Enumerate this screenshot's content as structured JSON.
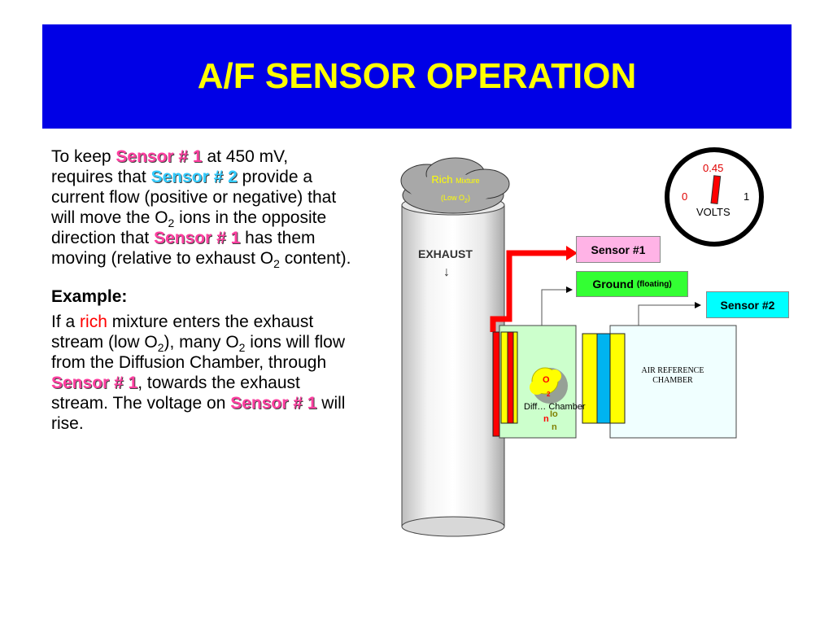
{
  "slide": {
    "title": "A/F SENSOR OPERATION"
  },
  "body": {
    "p1": {
      "t1": "To keep ",
      "s1a": "Sensor # 1",
      "t2": " at 450 mV, requires that ",
      "s2": "Sensor # 2",
      "t3": " provide a current flow (positive or negative) that will move the O",
      "sub1": "2",
      "t4": " ions in the opposite direction that ",
      "s1b": "Sensor # 1",
      "t5": " has them moving (relative to exhaust O",
      "sub2": "2",
      "t6": " content)."
    },
    "example_title": "Example:",
    "p2": {
      "t1": "If a ",
      "rich": "rich",
      "t2": " mixture enters the exhaust stream (low O",
      "sub1": "2",
      "t3": "), many O",
      "sub2": "2",
      "t4": " ions will flow from the Diffusion Chamber, through ",
      "s1a": "Sensor # 1",
      "t5": ", towards the exhaust stream. The voltage on ",
      "s1b": "Sensor # 1",
      "t6": " will rise."
    }
  },
  "diagram": {
    "cloud_rich": "Rich",
    "cloud_mixture": "Mixture",
    "cloud_low": "(Low O",
    "cloud_low_sub": "2",
    "cloud_low_end": ")",
    "exhaust_label": "EXHAUST",
    "exhaust_arrow": "↓",
    "sensor1_label": "Sensor #1",
    "ground_label": "Ground",
    "ground_sub": "(floating)",
    "sensor2_label": "Sensor #2",
    "air_ref_label": "AIR REFERENCE CHAMBER",
    "diffusion_label": "Diff… Chamber",
    "ion_letters": [
      "O",
      "2",
      "Io",
      "n",
      "n"
    ],
    "gauge": {
      "value_label": "0.45",
      "min_label": "0",
      "max_label": "1",
      "unit_label": "VOLTS",
      "value": 0.45
    },
    "colors": {
      "title_bg": "#0000e6",
      "title_text": "#ffff00",
      "sensor1_text": "#ff3fa0",
      "sensor2_text": "#33ccff",
      "sensor1_box": "#ffb3e6",
      "ground_box": "#33ff33",
      "sensor2_box": "#00ffff",
      "wire_red": "#ff0000"
    }
  }
}
